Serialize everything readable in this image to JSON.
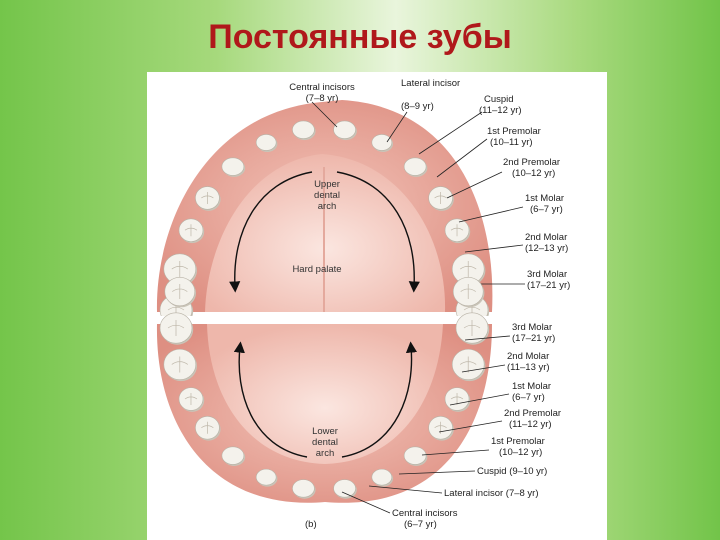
{
  "title": "Постоянные зубы",
  "upper": {
    "labels": [
      {
        "name": "Central incisors",
        "age": "(7–8 yr)"
      },
      {
        "name": "Lateral incisor",
        "age": "(8–9 yr)"
      },
      {
        "name": "Cuspid",
        "age": "(11–12 yr)"
      },
      {
        "name": "1st Premolar",
        "age": "(10–11 yr)"
      },
      {
        "name": "2nd Premolar",
        "age": "(10–12 yr)"
      },
      {
        "name": "1st Molar",
        "age": "(6–7 yr)"
      },
      {
        "name": "2nd Molar",
        "age": "(12–13 yr)"
      },
      {
        "name": "3rd Molar",
        "age": "(17–21 yr)"
      }
    ],
    "arch_label": [
      "Upper",
      "dental",
      "arch"
    ],
    "palate_label": "Hard palate"
  },
  "lower": {
    "labels": [
      {
        "name": "3rd Molar",
        "age": "(17–21 yr)"
      },
      {
        "name": "2nd Molar",
        "age": "(11–13 yr)"
      },
      {
        "name": "1st Molar",
        "age": "(6–7 yr)"
      },
      {
        "name": "2nd Premolar",
        "age": "(11–12 yr)"
      },
      {
        "name": "1st Premolar",
        "age": "(10–12 yr)"
      },
      {
        "name": "Cuspid",
        "age": "(9–10 yr)"
      },
      {
        "name": "Lateral incisor",
        "age": "(7–8 yr)"
      },
      {
        "name": "Central incisors",
        "age": "(6–7 yr)"
      }
    ],
    "arch_label": [
      "Lower",
      "dental",
      "arch"
    ]
  },
  "panel_tag": "(b)",
  "colors": {
    "title": "#b0181b",
    "gum": "#e9a89c",
    "palate": "#f6d4cc",
    "tooth": "#f4f2ec",
    "tooth_shadow": "#c9c4b8"
  }
}
